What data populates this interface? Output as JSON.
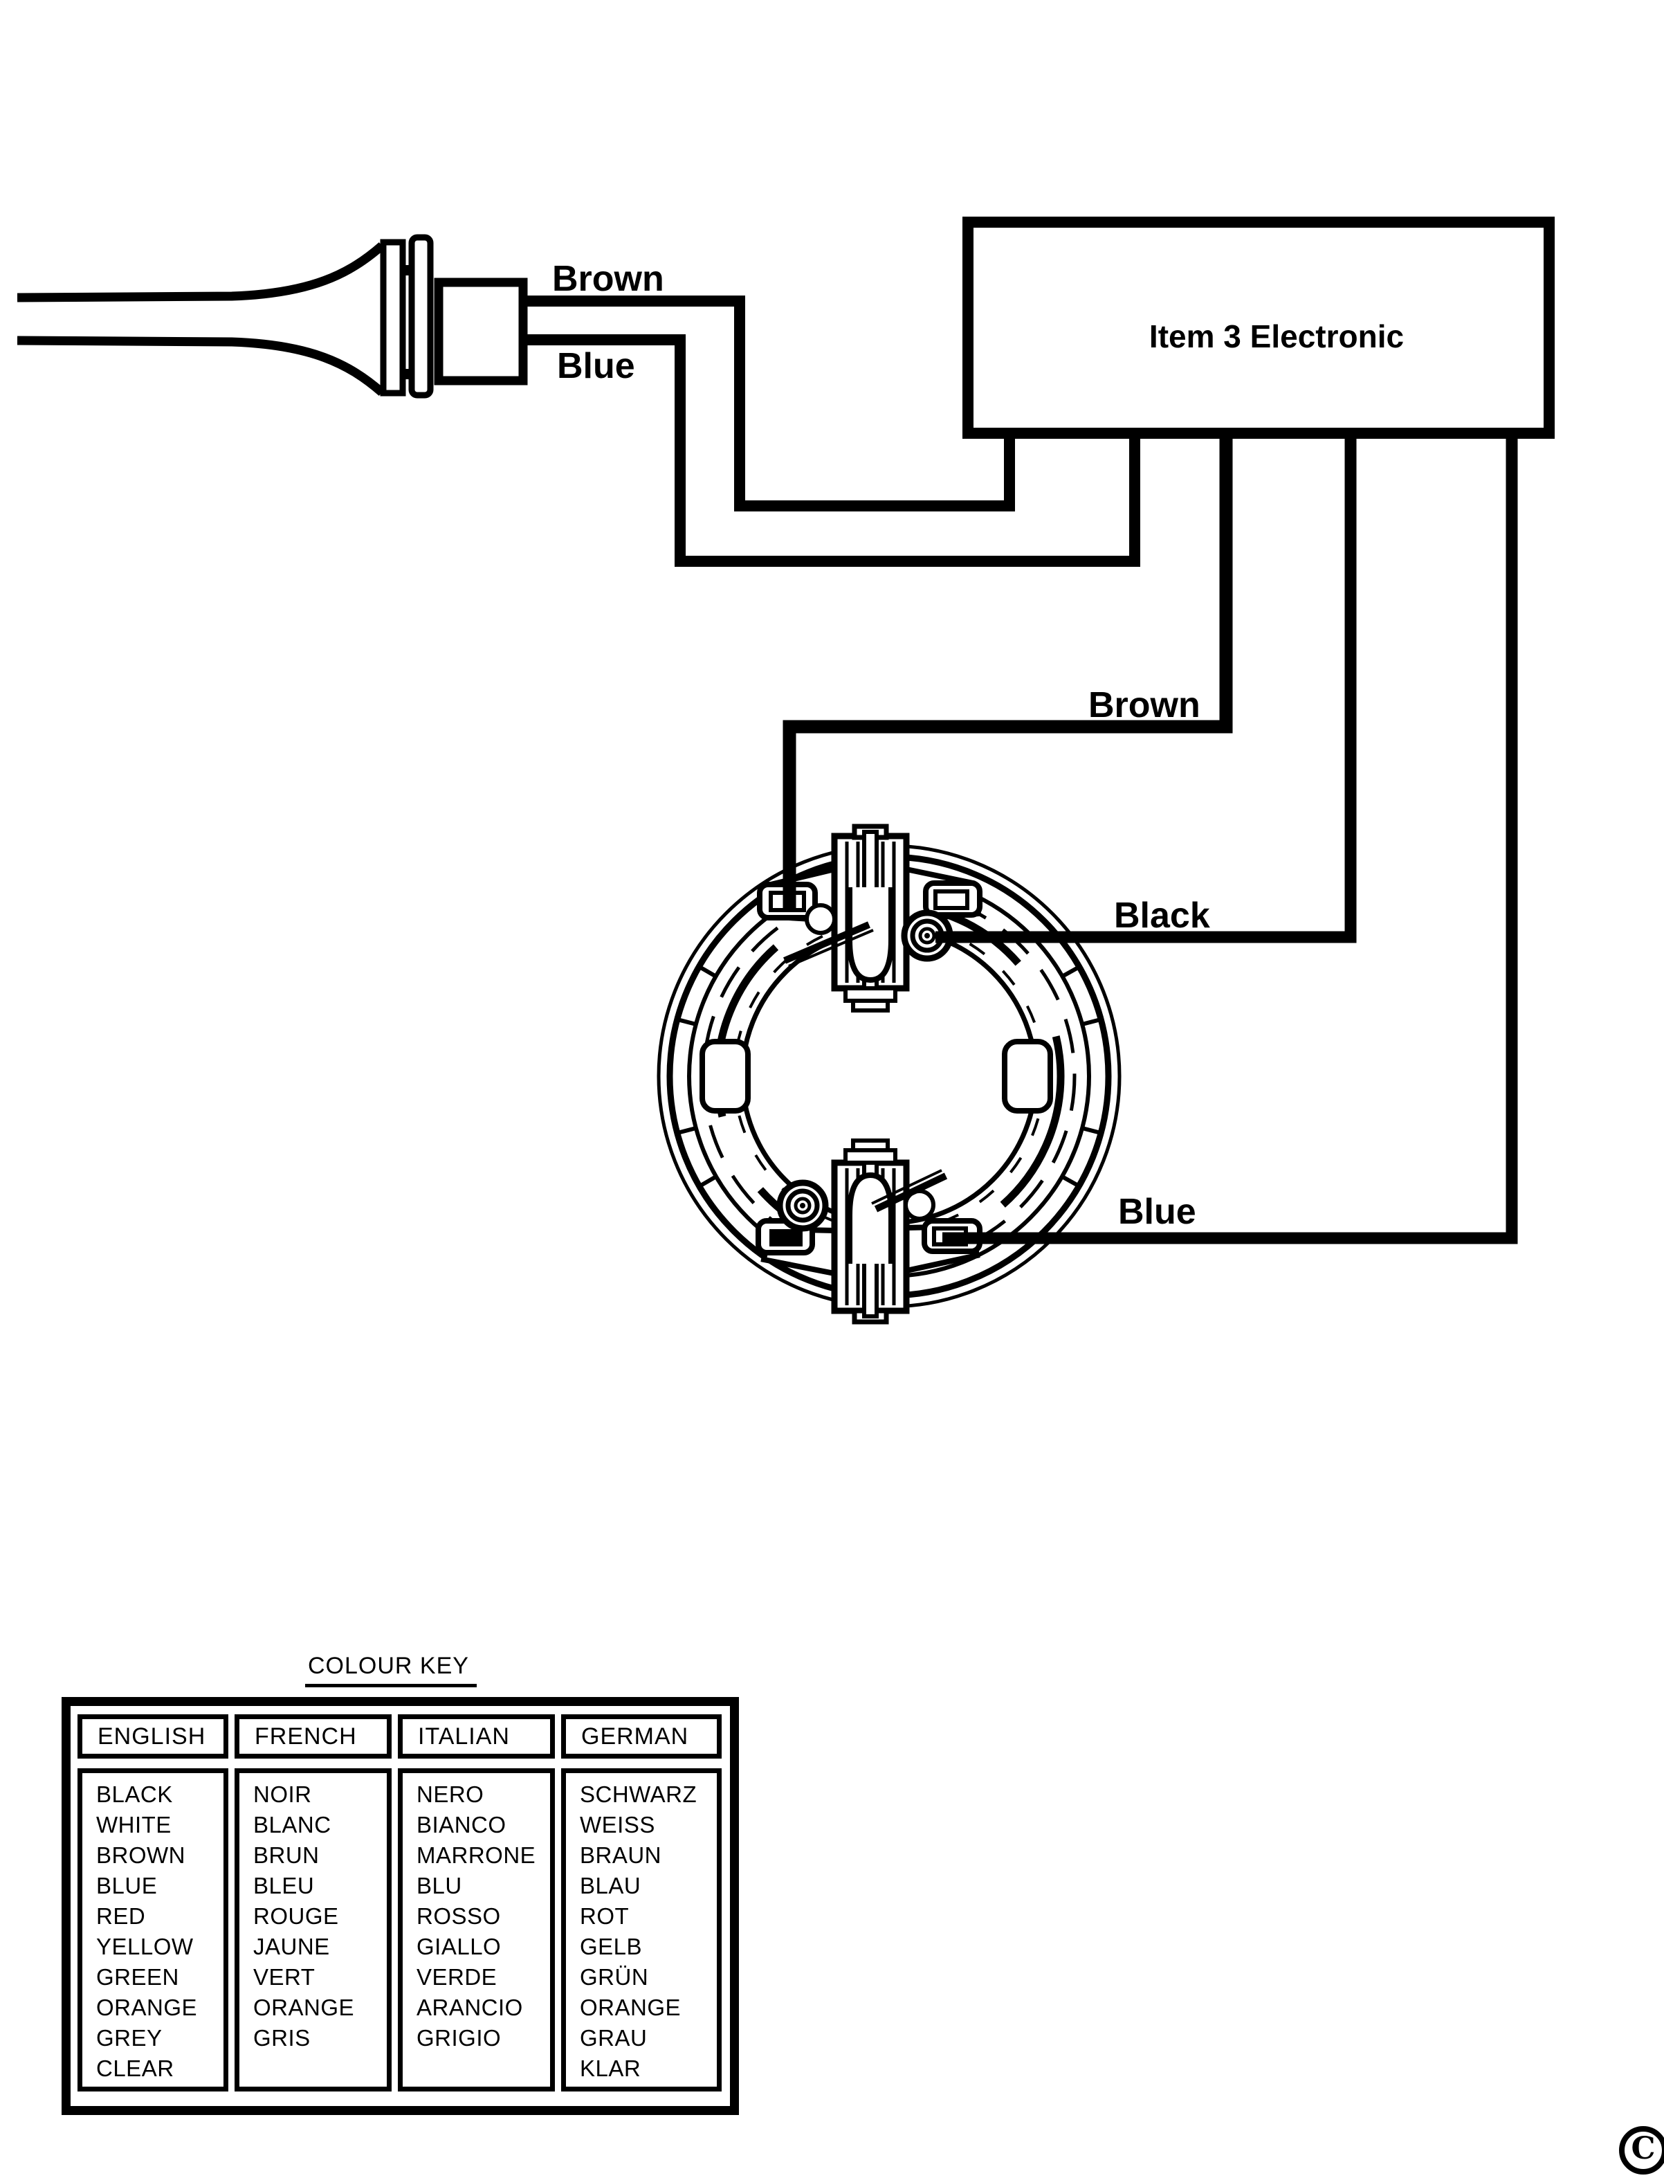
{
  "diagram": {
    "box_label": "Item 3 Electronic",
    "labels": {
      "horn_brown": "Brown",
      "horn_blue": "Blue",
      "stator_brown": "Brown",
      "stator_black": "Black",
      "stator_blue": "Blue"
    }
  },
  "colour_key": {
    "title": "COLOUR KEY",
    "columns": [
      {
        "header": "ENGLISH",
        "items": [
          "BLACK",
          "WHITE",
          "BROWN",
          "BLUE",
          "RED",
          "YELLOW",
          "GREEN",
          "ORANGE",
          "GREY",
          "CLEAR"
        ]
      },
      {
        "header": "FRENCH",
        "items": [
          "NOIR",
          "BLANC",
          "BRUN",
          "BLEU",
          "ROUGE",
          "JAUNE",
          "VERT",
          "ORANGE",
          "GRIS",
          ""
        ]
      },
      {
        "header": "ITALIAN",
        "items": [
          "NERO",
          "BIANCO",
          "MARRONE",
          "BLU",
          "ROSSO",
          "GIALLO",
          "VERDE",
          "ARANCIO",
          "GRIGIO",
          ""
        ]
      },
      {
        "header": "GERMAN",
        "items": [
          "SCHWARZ",
          "WEISS",
          "BRAUN",
          "BLAU",
          "ROT",
          "GELB",
          "GRÜN",
          "ORANGE",
          "GRAU",
          "KLAR"
        ]
      }
    ]
  },
  "copyright": {
    "letter": "C"
  },
  "colors": {
    "ink": "#000000",
    "paper": "#ffffff"
  }
}
